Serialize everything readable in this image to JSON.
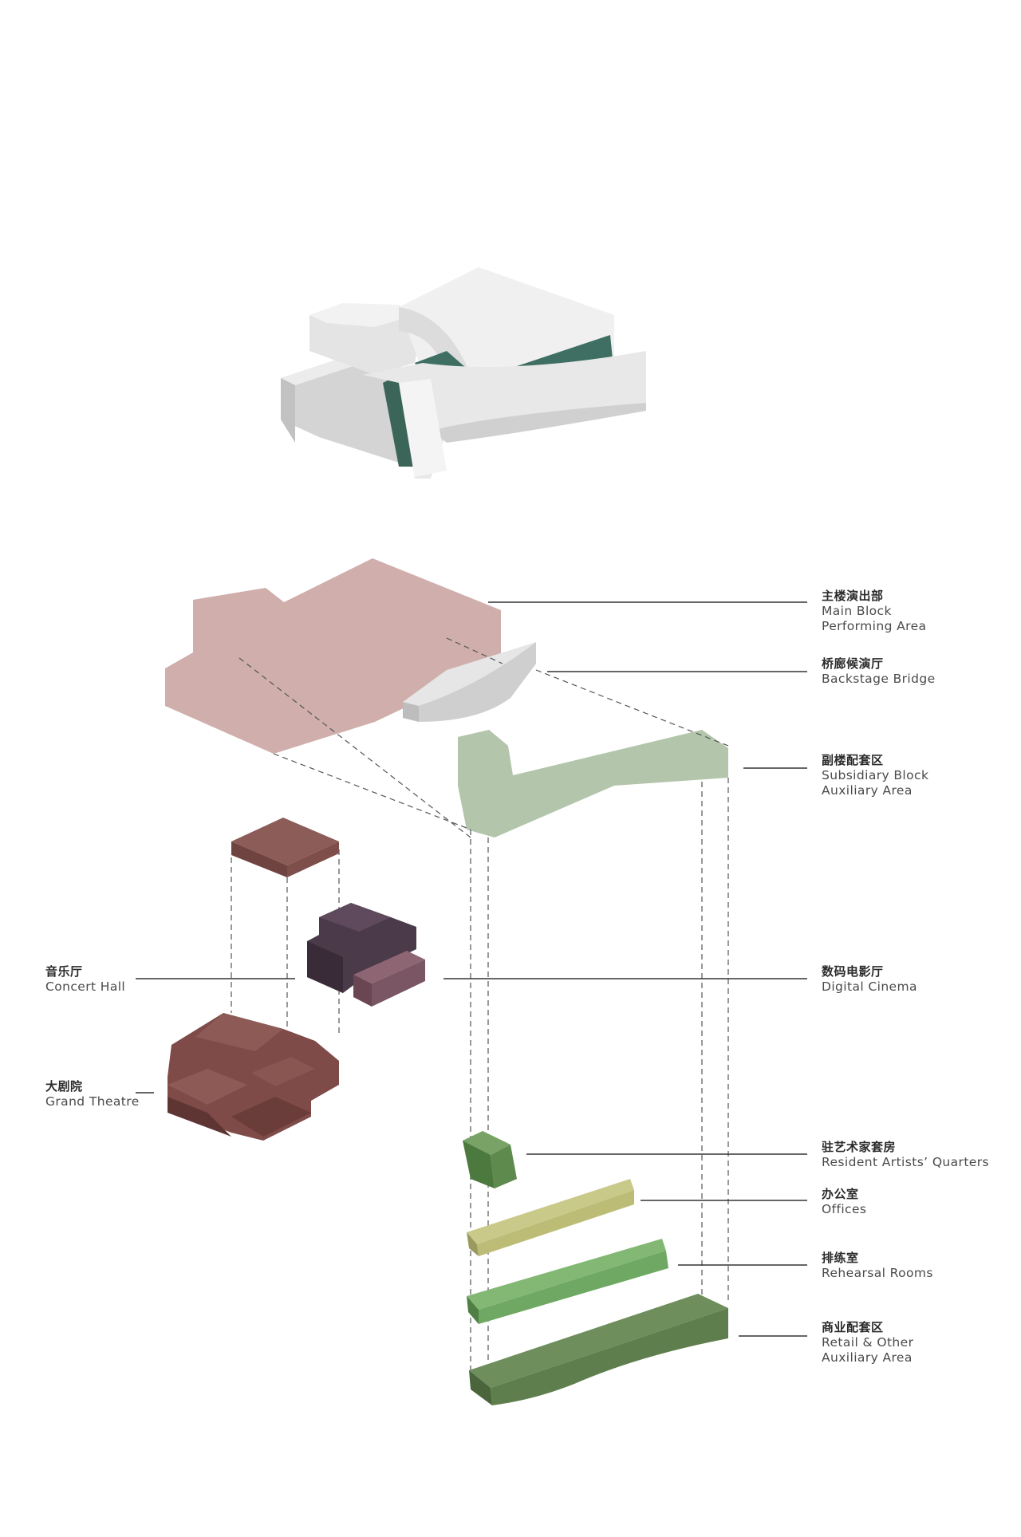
{
  "diagram": {
    "labels": [
      {
        "zh": "主楼演出部",
        "en": [
          "Main Block",
          "Performing Area"
        ]
      },
      {
        "zh": "桥廊候演厅",
        "en": [
          "Backstage Bridge"
        ]
      },
      {
        "zh": "副楼配套区",
        "en": [
          "Subsidiary Block",
          "Auxiliary Area"
        ]
      },
      {
        "zh": "音乐厅",
        "en": [
          "Concert Hall"
        ]
      },
      {
        "zh": "数码电影厅",
        "en": [
          "Digital Cinema"
        ]
      },
      {
        "zh": "大剧院",
        "en": [
          "Grand Theatre"
        ]
      },
      {
        "zh": "驻艺术家套房",
        "en": [
          "Resident Artists’ Quarters"
        ]
      },
      {
        "zh": "办公室",
        "en": [
          "Offices"
        ]
      },
      {
        "zh": "排练室",
        "en": [
          "Rehearsal Rooms"
        ]
      },
      {
        "zh": "商业配套区",
        "en": [
          "Retail & Other",
          "Auxiliary Area"
        ]
      }
    ],
    "colors": {
      "main_block": "#cfaeab",
      "subsidiary_block": "#b3c5ab",
      "glass": "#3f6e62",
      "concert_hall": "#4a3a4a",
      "digital_cinema": "#7a5563",
      "grand_theatre": "#7e4b48",
      "top_volume": "#8c5c58",
      "resident_artists": "#5e8a4e",
      "offices": "#bcbc76",
      "rehearsal": "#6ea862",
      "retail": "#5f7e4d"
    }
  }
}
